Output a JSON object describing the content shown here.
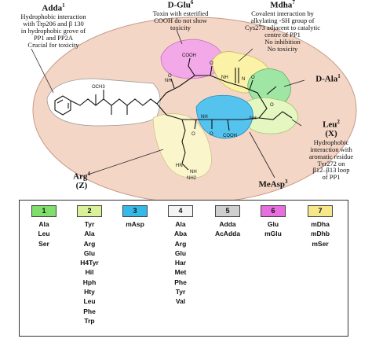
{
  "labels": {
    "adda": {
      "name": "Adda",
      "sup": "1",
      "desc": [
        "Hydrophobic interaction",
        "with Trp206 and β 130",
        "in hydrophobic grove of",
        "PP1 and PP2A",
        "Crucial for toxicity"
      ]
    },
    "dglu": {
      "name": "D-Glu",
      "sup": "6",
      "desc": [
        "Toxin with esterified",
        "COOH do not show",
        "toxicity"
      ]
    },
    "mdha": {
      "name": "Mdha",
      "sup": "7",
      "desc": [
        "Covalent interaction by",
        "alkylating -SH group of",
        "Cys273 adjacent to catalytic",
        "centre of PP1",
        "No inhibition",
        "No toxicity"
      ]
    },
    "dala": {
      "name": "D-Ala",
      "sup": "1"
    },
    "leu": {
      "name": "Leu",
      "sup": "2",
      "sub": "(X)",
      "desc": [
        "Hydrophobic",
        "interaction with",
        "aromatic residue",
        "Tyr272 on",
        "β12–β13 loop",
        "of PP1"
      ]
    },
    "measp": {
      "name": "MeAsp",
      "sup": "3"
    },
    "arg": {
      "name": "Arg",
      "sup": "4",
      "sub": "(Z)"
    }
  },
  "chem": {
    "och3": "OCH3",
    "cooh1": "COOH",
    "cooh2": "COOH",
    "nh1": "NH",
    "nh2": "NH",
    "nh3": "NH",
    "nh4": "NH",
    "nh5": "NH",
    "hn": "HN",
    "n1": "N",
    "nh2g": "NH2",
    "o1": "O",
    "o2": "O",
    "o3": "O",
    "o4": "O",
    "o5": "O",
    "o6": "O"
  },
  "table": {
    "columns": [
      {
        "num": "1",
        "color": "#7fdf6a",
        "items": [
          "Ala",
          "Leu",
          "Ser"
        ]
      },
      {
        "num": "2",
        "color": "#d9f29a",
        "items": [
          "Tyr",
          "Ala",
          "Arg",
          "Glu",
          "H4Tyr",
          "Hil",
          "Hph",
          "Hty",
          "Leu",
          "Phe",
          "Trp"
        ]
      },
      {
        "num": "3",
        "color": "#35b9e9",
        "items": [
          "mAsp"
        ]
      },
      {
        "num": "4",
        "color": "#f4f4f4",
        "items": [
          "Ala",
          "Aba",
          "Arg",
          "Glu",
          "Har",
          "Met",
          "Phe",
          "Tyr",
          "Val"
        ]
      },
      {
        "num": "5",
        "color": "#cfcfcf",
        "items": [
          "Adda",
          "AcAdda"
        ]
      },
      {
        "num": "6",
        "color": "#e86de0",
        "items": [
          "Glu",
          "mGlu"
        ]
      },
      {
        "num": "7",
        "color": "#f6e88a",
        "items": [
          "mDha",
          "mDhb",
          "mSer"
        ]
      }
    ]
  }
}
